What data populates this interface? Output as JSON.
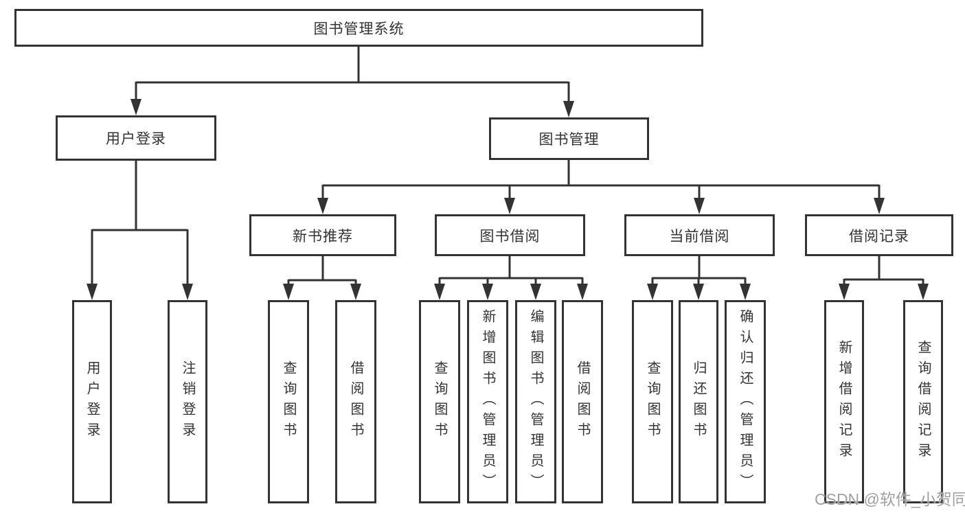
{
  "colors": {
    "line": "#333333",
    "box_border": "#333333",
    "box_background": "#ffffff",
    "text": "#333333",
    "watermark": "#a0a0a0",
    "page_background": "#ffffff"
  },
  "watermark": {
    "text": "CSDN @软件_小贺同学"
  },
  "tree": {
    "root": {
      "label": "图书管理系统"
    },
    "branches": [
      {
        "label": "用户登录",
        "children": [
          {
            "label": "用户登录"
          },
          {
            "label": "注销登录"
          }
        ]
      },
      {
        "label": "图书管理",
        "sections": [
          {
            "label": "新书推荐",
            "children": [
              {
                "label": "查询图书"
              },
              {
                "label": "借阅图书"
              }
            ]
          },
          {
            "label": "图书借阅",
            "children": [
              {
                "label": "查询图书"
              },
              {
                "label": "新增图书（管理员）"
              },
              {
                "label": "编辑图书（管理员）"
              },
              {
                "label": "借阅图书"
              }
            ]
          },
          {
            "label": "当前借阅",
            "children": [
              {
                "label": "查询图书"
              },
              {
                "label": "归还图书"
              },
              {
                "label": "确认归还（管理员）"
              }
            ]
          },
          {
            "label": "借阅记录",
            "children": [
              {
                "label": "新增借阅记录"
              },
              {
                "label": "查询借阅记录"
              }
            ]
          }
        ]
      }
    ]
  }
}
